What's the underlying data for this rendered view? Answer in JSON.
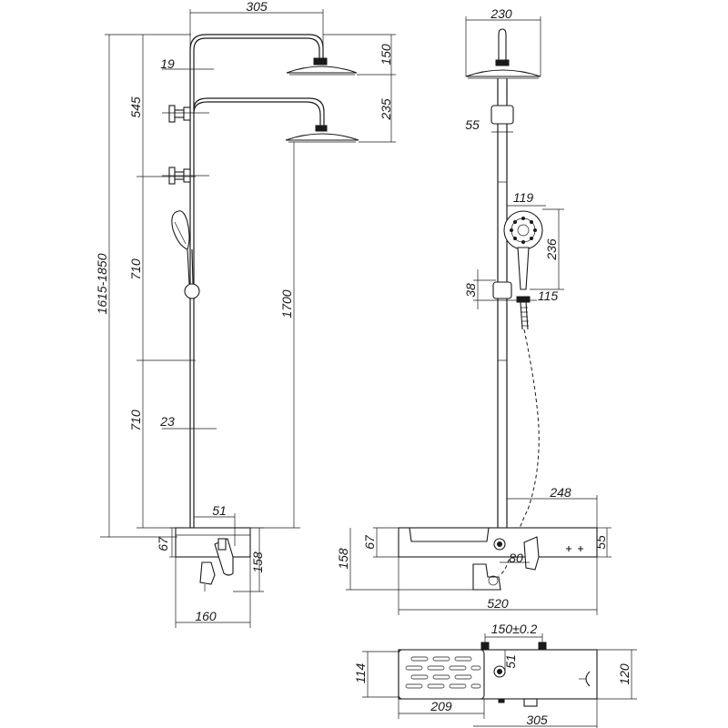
{
  "side_view": {
    "dim_rail_top_width": "305",
    "dim_pipe_offset": "19",
    "dim_overhead_height": "150",
    "dim_upper_section": "545",
    "dim_overhead_drop": "235",
    "dim_total_height": "1615-1850",
    "dim_middle_section": "710",
    "dim_pipe_length": "1700",
    "dim_lower_section": "710",
    "dim_lower_offset": "23",
    "dim_mixer_top": "51",
    "dim_mixer_lower": "67",
    "dim_mixer_height": "158",
    "dim_mixer_depth": "160"
  },
  "front_view": {
    "dim_head_diameter": "230",
    "dim_holder_width": "55",
    "dim_handshower_width": "119",
    "dim_handshower_height": "236",
    "dim_slider_height": "38",
    "dim_slider_width": "115",
    "dim_shelf_offset": "248",
    "dim_control_height": "55",
    "dim_shelf_height": "67",
    "dim_total_depth": "158",
    "dim_knob_gap": "80",
    "dim_body_width": "520"
  },
  "top_view": {
    "dim_inlet_spacing": "150±0.2",
    "dim_inlet_offset": "51",
    "dim_tray_depth": "114",
    "dim_body_depth": "120",
    "dim_tray_width": "209",
    "dim_top_width": "305"
  }
}
